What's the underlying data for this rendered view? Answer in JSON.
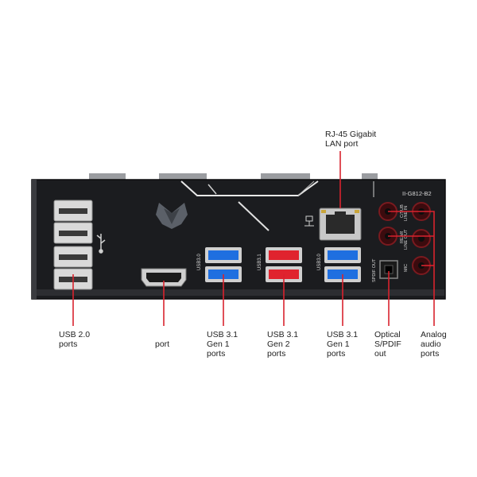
{
  "callouts": {
    "lan": {
      "lines": [
        "RJ-45 Gigabit",
        "LAN port"
      ]
    },
    "usb20": {
      "lines": [
        "USB 2.0",
        "ports"
      ]
    },
    "hdmi": {
      "lines": [
        "port"
      ]
    },
    "usb31g1_left": {
      "lines": [
        "USB 3.1",
        "Gen 1",
        "ports"
      ]
    },
    "usb31g2": {
      "lines": [
        "USB 3.1",
        "Gen 2",
        "ports"
      ]
    },
    "usb31g1_right": {
      "lines": [
        "USB 3.1",
        "Gen 1",
        "ports"
      ]
    },
    "spdif": {
      "lines": [
        "Optical",
        "S/PDIF",
        "out"
      ]
    },
    "audio": {
      "lines": [
        "Analog",
        "audio",
        "ports"
      ]
    }
  },
  "panel_text": {
    "audio_model": "II-G812-B2",
    "usb_left_tag": "USB3.0",
    "usb_gen2_tag": "USB3.1",
    "usb_right_tag": "USB3.0",
    "spdif_tag": "SPDIF OUT",
    "jack_line_in": "LINE IN",
    "jack_line_out": "LINE OUT",
    "jack_mic": "MIC",
    "jack_center_sub": "C/SUB",
    "jack_rear": "REAR"
  },
  "colors": {
    "panel": "#1b1c1f",
    "callout_line": "#d9232e",
    "usb3_blue": "#1f6fe0",
    "usb31_red": "#e0232e",
    "label_text": "#222222"
  }
}
